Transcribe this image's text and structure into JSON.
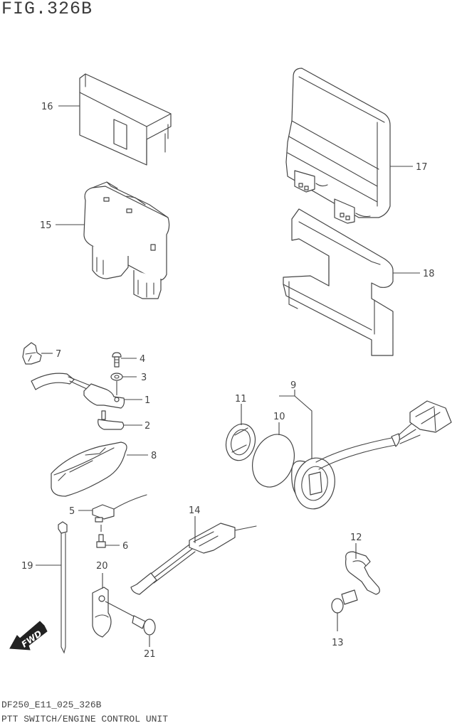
{
  "figure": {
    "title": "FIG.326B",
    "code": "DF250_E11_025_326B",
    "name": "PTT SWITCH/ENGINE CONTROL UNIT",
    "direction_label": "FWD"
  },
  "callouts": [
    {
      "id": "1"
    },
    {
      "id": "2"
    },
    {
      "id": "3"
    },
    {
      "id": "4"
    },
    {
      "id": "5"
    },
    {
      "id": "6"
    },
    {
      "id": "7"
    },
    {
      "id": "8"
    },
    {
      "id": "9"
    },
    {
      "id": "10"
    },
    {
      "id": "11"
    },
    {
      "id": "12"
    },
    {
      "id": "13"
    },
    {
      "id": "14"
    },
    {
      "id": "15"
    },
    {
      "id": "16"
    },
    {
      "id": "17"
    },
    {
      "id": "18"
    },
    {
      "id": "19"
    },
    {
      "id": "20"
    },
    {
      "id": "21"
    }
  ],
  "colors": {
    "line": "#444444",
    "background": "#ffffff"
  }
}
